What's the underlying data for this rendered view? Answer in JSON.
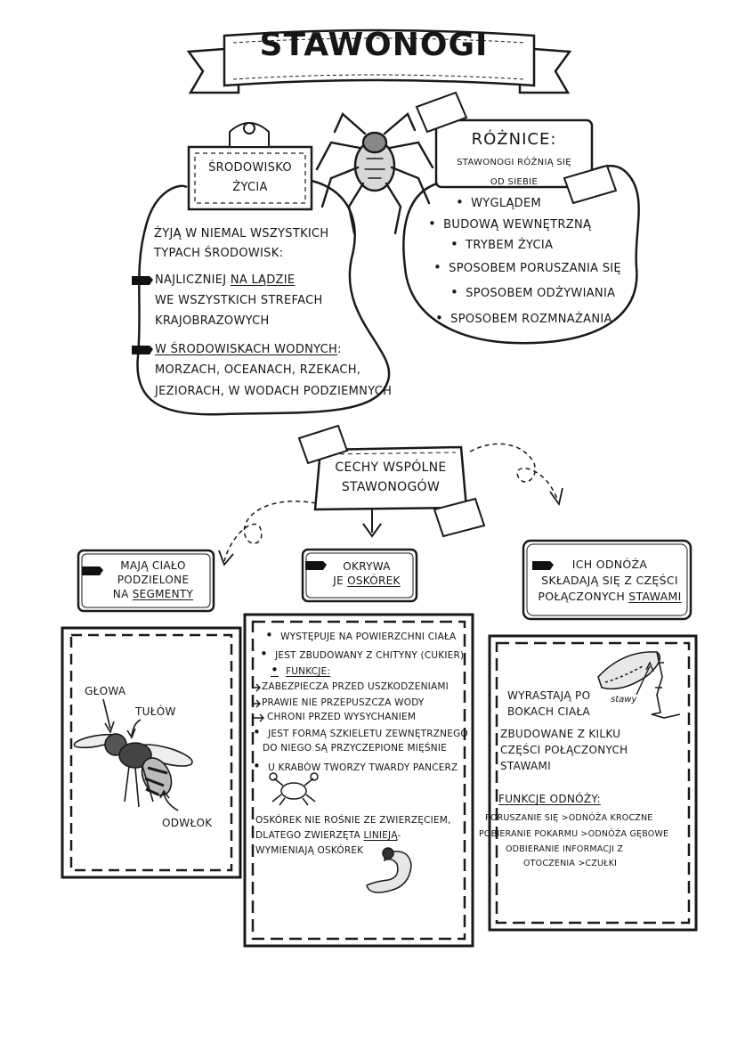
{
  "title": "STAWONOGI",
  "habitat": {
    "heading_line1": "ŚRODOWISKO",
    "heading_line2": "ŻYCIA",
    "intro_line1": "ŻYJĄ W NIEMAL WSZYSTKICH",
    "intro_line2": "TYPACH ŚRODOWISK:",
    "land_prefix": "NAJLICZNIEJ ",
    "land_underlined": "NA LĄDZIE",
    "land_line2": "WE WSZYSTKICH STREFACH",
    "land_line3": "KRAJOBRAZOWYCH",
    "water_underlined": "W ŚRODOWISKACH WODNYCH",
    "water_colon": ":",
    "water_line2": "MORZACH, OCEANACH, RZEKACH,",
    "water_line3": "JEZIORACH, W WODACH PODZIEMNYCH"
  },
  "differences": {
    "heading": "RÓŻNICE:",
    "sub_line1": "STAWONOGI RÓŻNIĄ SIĘ",
    "sub_line2": "OD SIEBIE",
    "items": [
      "WYGLĄDEM",
      "BUDOWĄ WEWNĘTRZNĄ",
      "TRYBEM ŻYCIA",
      "SPOSOBEM PORUSZANIA SIĘ",
      "SPOSOBEM ODŻYWIANIA",
      "SPOSOBEM ROZMNAŻANIA"
    ]
  },
  "common": {
    "line1": "CECHY WSPÓLNE",
    "line2": "STAWONOGÓW"
  },
  "segments": {
    "line1": "MAJĄ CIAŁO",
    "line2": "PODZIELONE",
    "line3_prefix": "NA ",
    "line3_underlined": "SEGMENTY",
    "label_head": "GŁOWA",
    "label_thorax": "TUŁÓW",
    "label_abdomen": "ODWŁOK"
  },
  "cuticle": {
    "line1": "OKRYWA",
    "line2_prefix": "JE ",
    "line2_underlined": "OSKÓREK",
    "b1": "WYSTĘPUJE NA POWIERZCHNI CIAŁA",
    "b2": "JEST ZBUDOWANY Z CHITYNY (CUKIER)",
    "functions_label": "FUNKCJE:",
    "f1": "ZABEZPIECZA PRZED USZKODZENIAMI",
    "f2": "PRAWIE NIE PRZEPUSZCZA WODY",
    "f3": "CHRONI PRZED WYSYCHANIEM",
    "b3_line1": "JEST FORMĄ SZKIELETU ZEWNĘTRZNEGO",
    "b3_line2": "DO NIEGO SĄ PRZYCZEPIONE MIĘŚNIE",
    "b4": "U KRABÓW TWORZY TWARDY PANCERZ",
    "molt_line1": "OSKÓREK NIE ROŚNIE ZE ZWIERZĘCIEM,",
    "molt_line2_prefix": "DLATEGO ZWIERZĘTA ",
    "molt_line2_underlined": "LINIEJĄ",
    "molt_line2_suffix": "-",
    "molt_line3": "WYMIENIAJĄ OSKÓREK"
  },
  "limbs": {
    "line1": "ICH ODNÓŻA",
    "line2": "SKŁADAJĄ SIĘ Z CZĘŚCI",
    "line3_prefix": "POŁĄCZONYCH ",
    "line3_underlined": "STAWAMI",
    "joints_label": "stawy",
    "t1_line1": "WYRASTAJĄ PO",
    "t1_line2": "BOKACH CIAŁA",
    "t2_line1": "ZBUDOWANE Z KILKU",
    "t2_line2": "CZĘŚCI POŁĄCZONYCH",
    "t2_line3": "STAWAMI",
    "functions_label": "FUNKCJE ODNÓŻY:",
    "fn1": "PORUSZANIE SIĘ >ODNÓŻA KROCZNE",
    "fn2": "POBIERANIE POKARMU >ODNÓŻA GĘBOWE",
    "fn3": "ODBIERANIE INFORMACJI Z",
    "fn4": "OTOCZENIA >CZUŁKI"
  }
}
